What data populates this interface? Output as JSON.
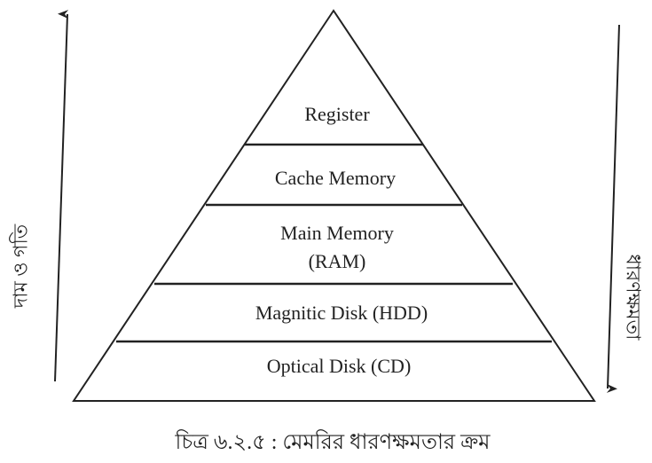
{
  "levels": [
    {
      "label": "Register"
    },
    {
      "label": "Cache Memory"
    },
    {
      "label": "Main Memory",
      "label2": "(RAM)"
    },
    {
      "label": "Magnitic Disk (HDD)"
    },
    {
      "label": "Optical Disk (CD)"
    }
  ],
  "left_axis_label": "দাম ও গতি",
  "right_axis_label": "ধারণক্ষমতা",
  "caption": "চিত্র ৬.২.৫ : মেমরির ধারণক্ষমতার ক্রম",
  "stroke_color": "#222222"
}
